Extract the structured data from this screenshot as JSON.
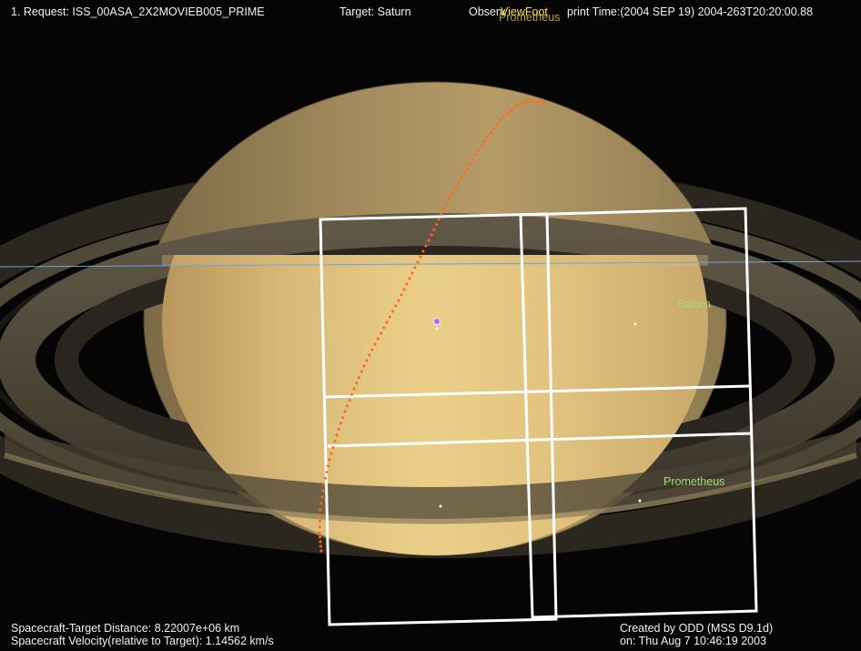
{
  "header": {
    "request": "1. Request: ISS_00ASA_2X2MOVIEB005_PRIME",
    "target": "Target: Saturn",
    "time_prefix": "Observ",
    "overlay_fragment": "ViewFoot",
    "prometheus_top_fragment": "Prometheus",
    "time_suffix": "print Time:(2004 SEP 19) 2004-263T20:20:00.88"
  },
  "labels": {
    "saturn": "Saturn",
    "prometheus": "Prometheus"
  },
  "footer": {
    "distance": "Spacecraft-Target Distance: 8.22007e+06 km",
    "velocity": "Spacecraft Velocity(relative to Target): 1.14562 km/s",
    "created_by": "Created by ODD (MSS D9.1d)",
    "created_on": "on: Thu Aug  7 10:46:19 2003"
  },
  "colors": {
    "background": "#050505",
    "hud_text": "#f2f2f2",
    "saturn_label": "#9be07a",
    "prometheus_label": "#9be07a",
    "footprint_outline": "#ffffff",
    "trajectory": "#ff6a1a",
    "marker": "#b35cff",
    "horizon_line": "#6aa6d9"
  }
}
